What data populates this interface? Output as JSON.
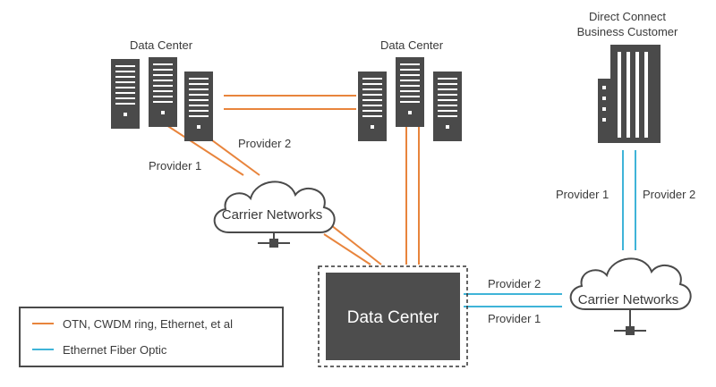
{
  "nodes": {
    "dc_left": {
      "label": "Data Center"
    },
    "dc_mid": {
      "label": "Data Center"
    },
    "customer": {
      "label_line1": "Direct Connect",
      "label_line2": "Business Customer"
    },
    "cloud_left": {
      "label": "Carrier Networks"
    },
    "cloud_right": {
      "label": "Carrier Networks"
    },
    "dc_main": {
      "label": "Data Center"
    }
  },
  "links": {
    "left_provider2": "Provider 2",
    "left_provider1": "Provider 1",
    "right_provider1": "Provider 1",
    "right_provider2": "Provider 2",
    "bottom_provider2": "Provider 2",
    "bottom_provider1": "Provider 1"
  },
  "legend": {
    "items": [
      {
        "label": "OTN, CWDM ring, Ethernet, et al",
        "color": "#e8843c"
      },
      {
        "label": "Ethernet Fiber Optic",
        "color": "#3fb4d8"
      }
    ]
  },
  "colors": {
    "orange": "#e8843c",
    "blue": "#3fb4d8",
    "server": "#4a4a4a",
    "box": "#4d4d4d"
  }
}
